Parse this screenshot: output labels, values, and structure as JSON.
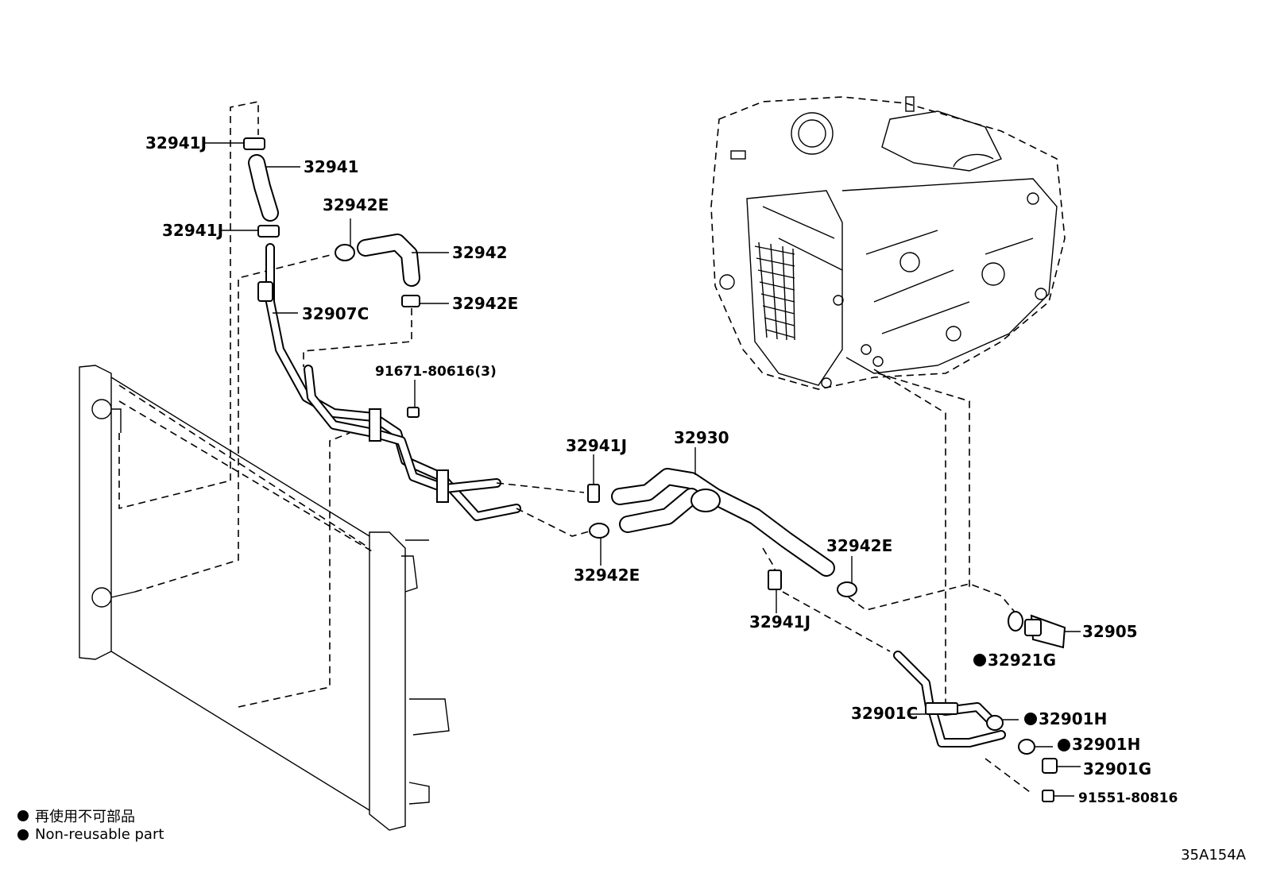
{
  "labels": {
    "p32941J_top": "32941J",
    "p32941": "32941",
    "p32942E_top": "32942E",
    "p32941J_mid": "32941J",
    "p32942": "32942",
    "p32942E_mid": "32942E",
    "p32907C": "32907C",
    "p91671": "91671-80616(3)",
    "p32941J_center": "32941J",
    "p32930": "32930",
    "p32942E_center": "32942E",
    "p32942E_right": "32942E",
    "p32941J_right": "32941J",
    "p32905": "32905",
    "p32921G": "32921G",
    "p32901C": "32901C",
    "p32901H_a": "32901H",
    "p32901H_b": "32901H",
    "p32901G": "32901G",
    "p91551": "91551-80816"
  },
  "legend": {
    "jp": "再使用不可部品",
    "en": "Non-reusable part"
  },
  "reference": "35A154A"
}
